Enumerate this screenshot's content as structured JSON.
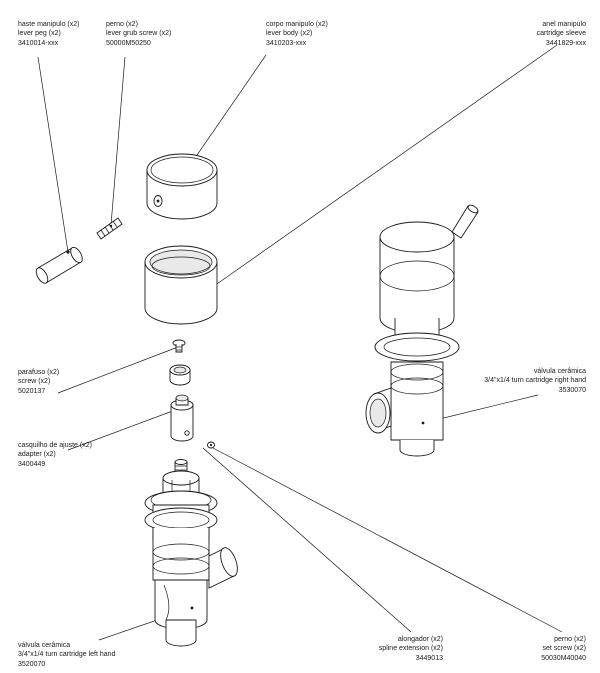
{
  "labels": {
    "lever_peg": {
      "it": "haste manipulo (x2)",
      "en": "lever peg (x2)",
      "code": "3410014-xxx"
    },
    "grub_screw": {
      "it": "perno (x2)",
      "en": "lever grub screw (x2)",
      "code": "50000M50250"
    },
    "lever_body": {
      "it": "corpo manipulo (x2)",
      "en": "lever body (x2)",
      "code": "3410203-xxx"
    },
    "cartridge_sleeve": {
      "it": "anel manipulo",
      "en": "cartridge sleeve",
      "code": "3441829-xxx"
    },
    "screw": {
      "it": "parafuso (x2)",
      "en": "screw (x2)",
      "code": "5020137"
    },
    "adapter": {
      "it": "casquilho de ajuste (x2)",
      "en": "adapter (x2)",
      "code": "3400449"
    },
    "cartridge_right": {
      "it": "válvula cerâmica",
      "en": "3/4\"x1/4 turn cartridge right hand",
      "code": "3530070"
    },
    "cartridge_left": {
      "it": "válvula cerâmica",
      "en": "3/4\"x1/4 turn cartridge left hand",
      "code": "3520070"
    },
    "spline_extension": {
      "it": "alongador (x2)",
      "en": "spline extension (x2)",
      "code": "3449013"
    },
    "set_screw": {
      "it": "perno (x2)",
      "en": "set screw (x2)",
      "code": "50030M40040"
    }
  }
}
